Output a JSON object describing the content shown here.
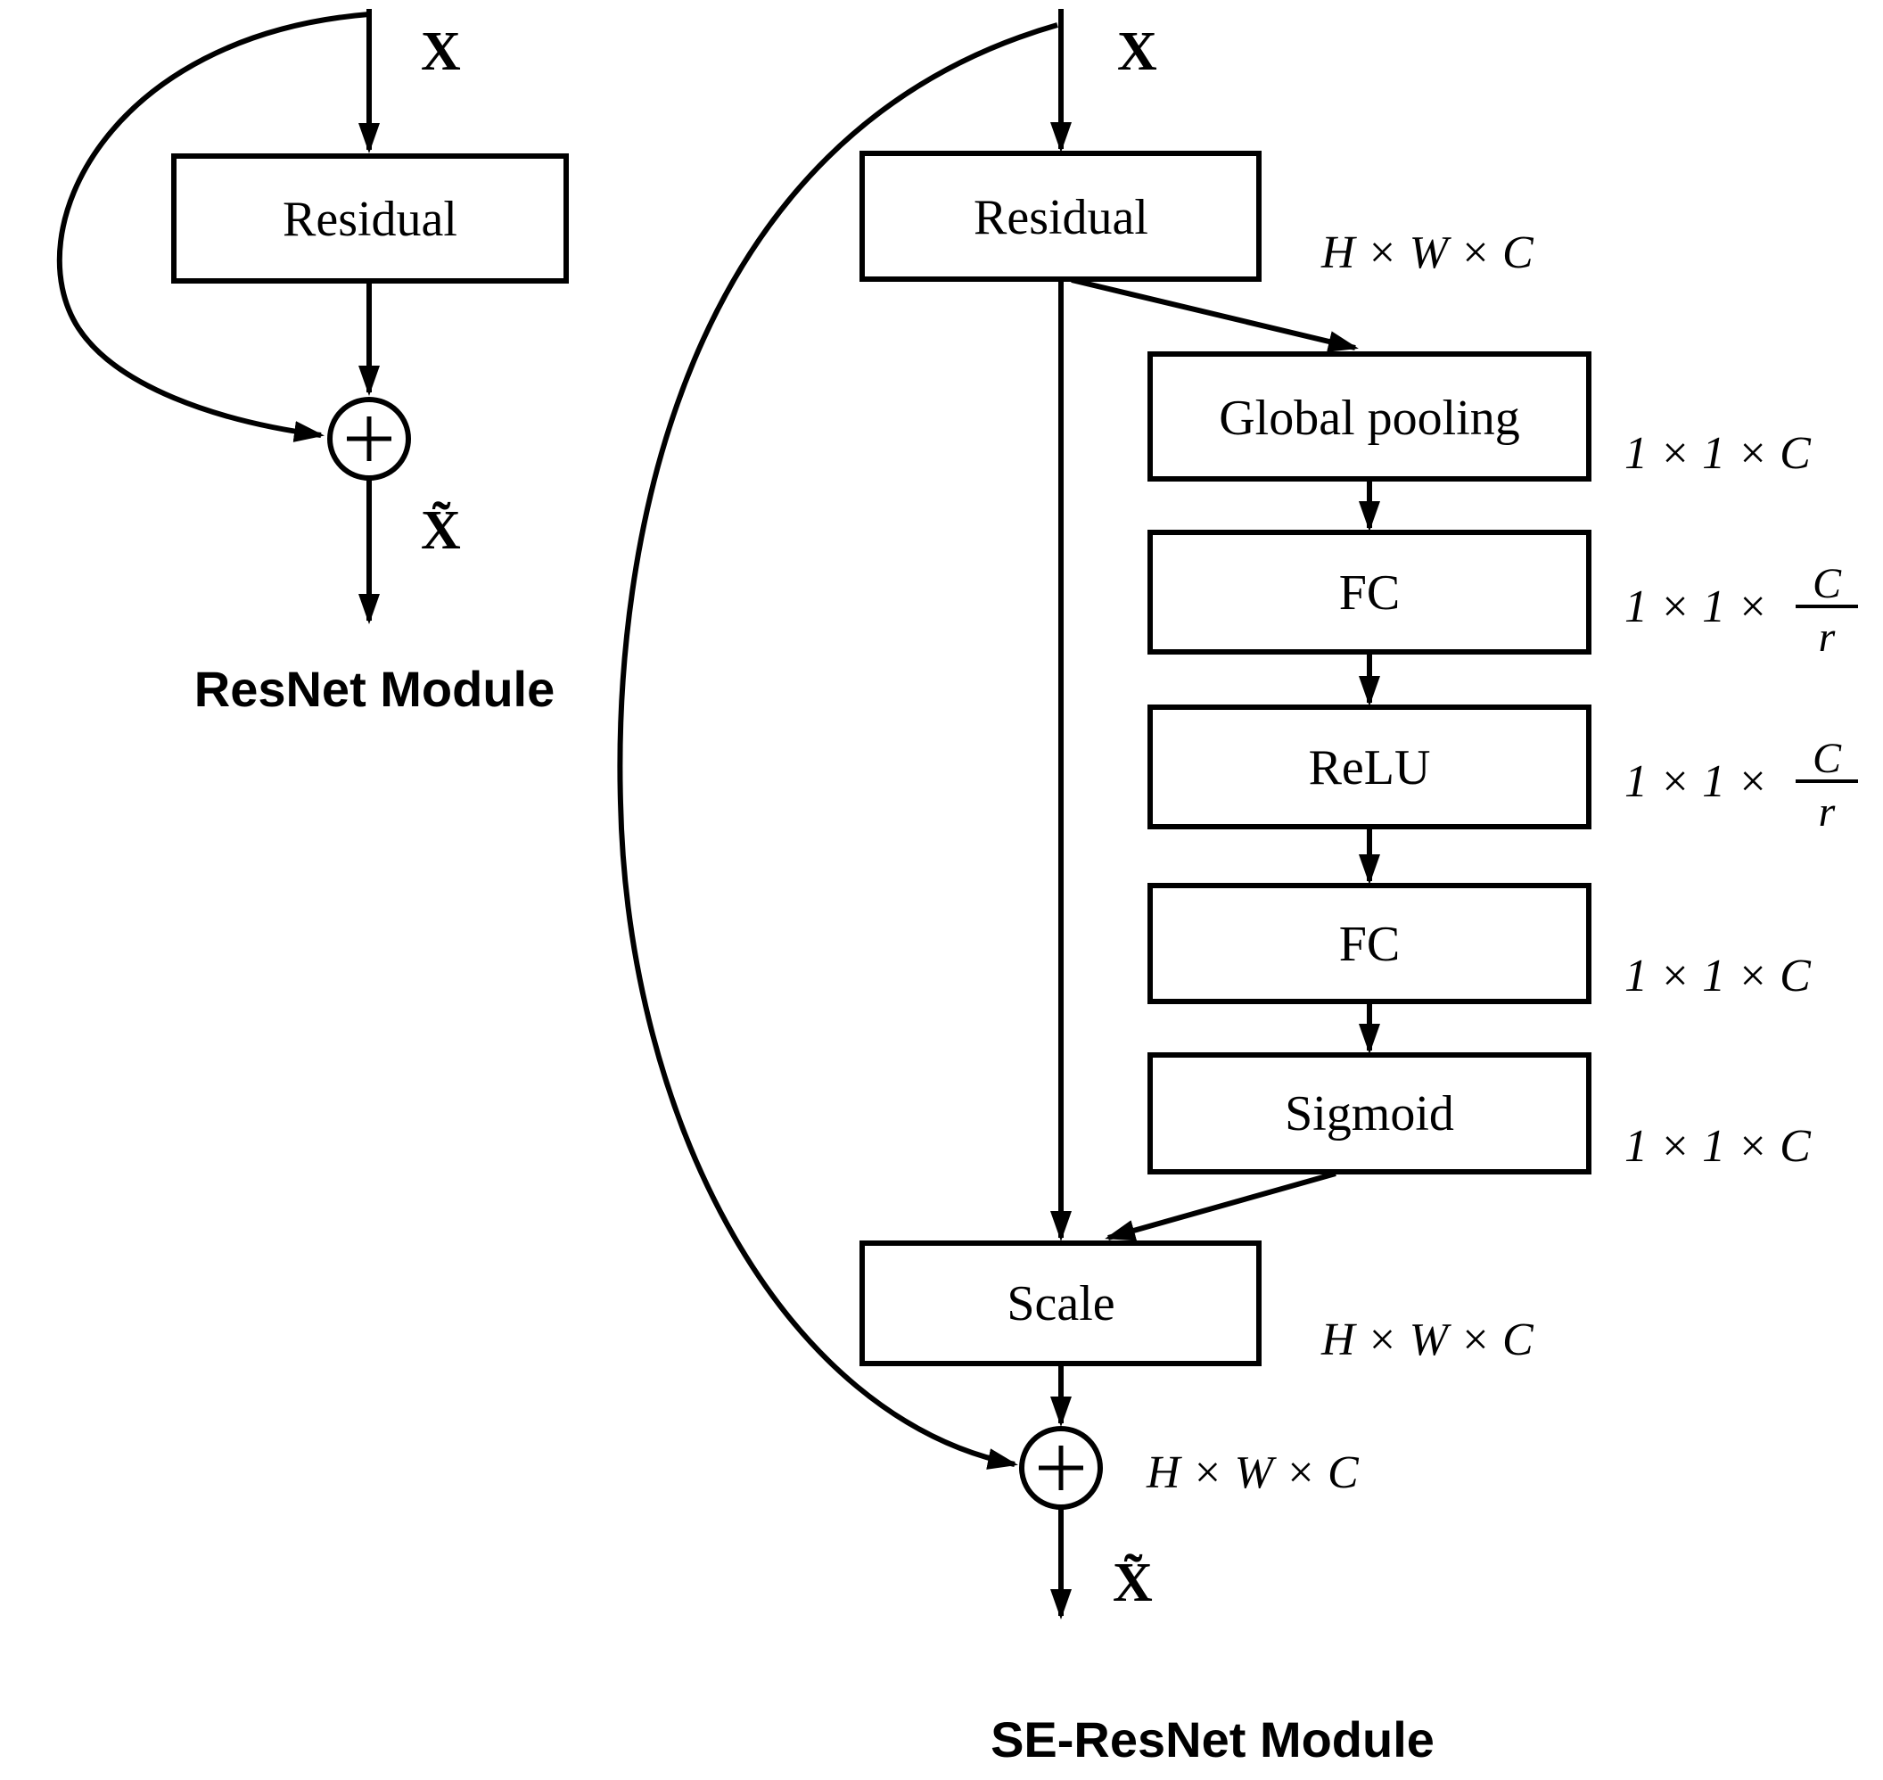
{
  "colors": {
    "line": "#000000",
    "background": "#ffffff",
    "box_fill": "#ffffff"
  },
  "resnet_module": {
    "input_label": "X",
    "residual_label": "Residual",
    "output_label": "X̃",
    "caption": "ResNet Module"
  },
  "se_resnet_module": {
    "input_label": "X",
    "residual_label": "Residual",
    "residual_dim": "H × W × C",
    "blocks": [
      {
        "label": "Global pooling",
        "dim": "1 × 1 × C"
      },
      {
        "label": "FC",
        "dim_prefix": "1 × 1 ×",
        "frac_num": "C",
        "frac_den": "r"
      },
      {
        "label": "ReLU",
        "dim_prefix": "1 × 1 ×",
        "frac_num": "C",
        "frac_den": "r"
      },
      {
        "label": "FC",
        "dim": "1 × 1 × C"
      },
      {
        "label": "Sigmoid",
        "dim": "1 × 1 × C"
      }
    ],
    "scale_label": "Scale",
    "scale_dim": "H × W × C",
    "sum_dim": "H × W × C",
    "output_label": "X̃",
    "caption": "SE-ResNet Module"
  }
}
